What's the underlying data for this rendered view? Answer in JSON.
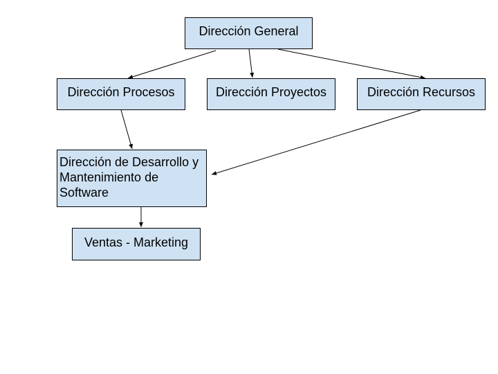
{
  "diagram": {
    "nodes": {
      "general": "Dirección General",
      "procesos": "Dirección Procesos",
      "proyectos": "Dirección Proyectos",
      "recursos": "Dirección Recursos",
      "desarrollo": "Dirección de Desarrollo y Mantenimiento de Software",
      "ventas": "Ventas - Marketing"
    },
    "edges": [
      {
        "from": "general",
        "to": "procesos"
      },
      {
        "from": "general",
        "to": "proyectos"
      },
      {
        "from": "general",
        "to": "recursos"
      },
      {
        "from": "procesos",
        "to": "desarrollo"
      },
      {
        "from": "recursos",
        "to": "desarrollo"
      },
      {
        "from": "desarrollo",
        "to": "ventas"
      }
    ],
    "colors": {
      "box_fill": "#cfe2f3",
      "box_border": "#000000",
      "edge": "#000000"
    }
  }
}
